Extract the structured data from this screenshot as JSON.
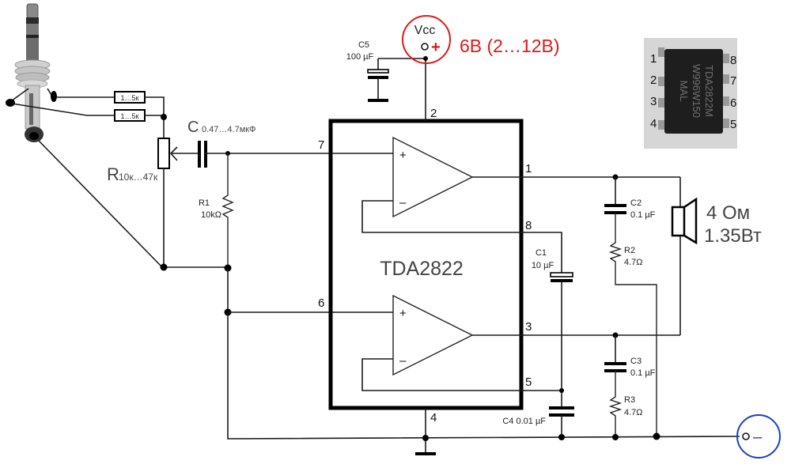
{
  "ic": {
    "name": "TDA2822",
    "pins": {
      "p1": "1",
      "p2": "2",
      "p3": "3",
      "p4": "4",
      "p5": "5",
      "p6": "6",
      "p7": "7",
      "p8": "8"
    },
    "amp_plus": "+",
    "amp_minus": "–"
  },
  "power": {
    "vcc_label": "Vcc",
    "plus_sign": "+",
    "voltage": "6B (2…12B)",
    "minus_sign": "–",
    "vcc_color": "#e01818",
    "gnd_color": "#1a3fd0"
  },
  "components": {
    "c5": {
      "name": "C5",
      "value": "100 µF"
    },
    "c_in": {
      "prefix": "C",
      "value": "0.47…4.7мкФ"
    },
    "r_pot": {
      "prefix": "R",
      "value": "10к…47к"
    },
    "r_in_a": {
      "value": "1…5к"
    },
    "r_in_b": {
      "value": "1…5к"
    },
    "r1": {
      "name": "R1",
      "value": "10kΩ"
    },
    "c1": {
      "name": "C1",
      "value": "10 µF"
    },
    "c2": {
      "name": "C2",
      "value": "0.1 µF"
    },
    "r2": {
      "name": "R2",
      "value": "4.7Ω"
    },
    "c3": {
      "name": "C3",
      "value": "0.1 µF"
    },
    "r3": {
      "name": "R3",
      "value": "4.7Ω"
    },
    "c4": {
      "name": "C4",
      "value": "C4 0.01 µF"
    }
  },
  "speaker": {
    "impedance": "4 Ом",
    "power": "1.35Вт"
  },
  "chip_photo": {
    "marking_line1": "TDA2822M",
    "marking_line2": "W996W150",
    "marking_line3": "MAL",
    "left_pins": [
      "1",
      "2",
      "3",
      "4"
    ],
    "right_pins": [
      "8",
      "7",
      "6",
      "5"
    ]
  }
}
